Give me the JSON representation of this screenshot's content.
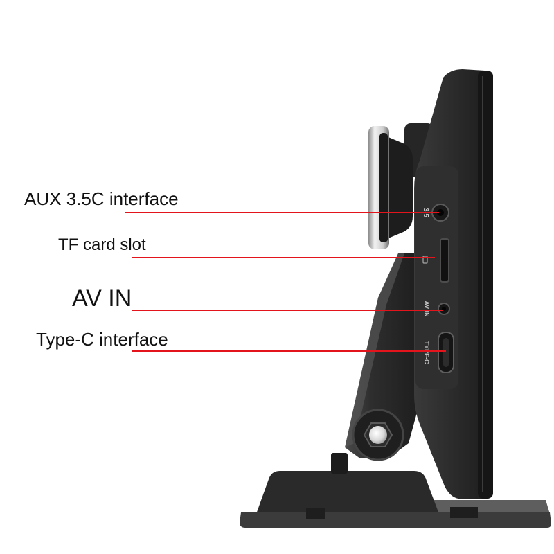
{
  "callouts": {
    "aux": {
      "label": "AUX 3.5C interface"
    },
    "tf": {
      "label": "TF card slot"
    },
    "av": {
      "label": "AV IN"
    },
    "typec": {
      "label": "Type-C interface"
    }
  },
  "device_markings": {
    "aux": "3.5",
    "av": "AV IN",
    "typec": "TYPE-C"
  },
  "colors": {
    "leader_line": "#e3141c",
    "device_body": "#2a2a2a",
    "label_text": "#111111"
  }
}
